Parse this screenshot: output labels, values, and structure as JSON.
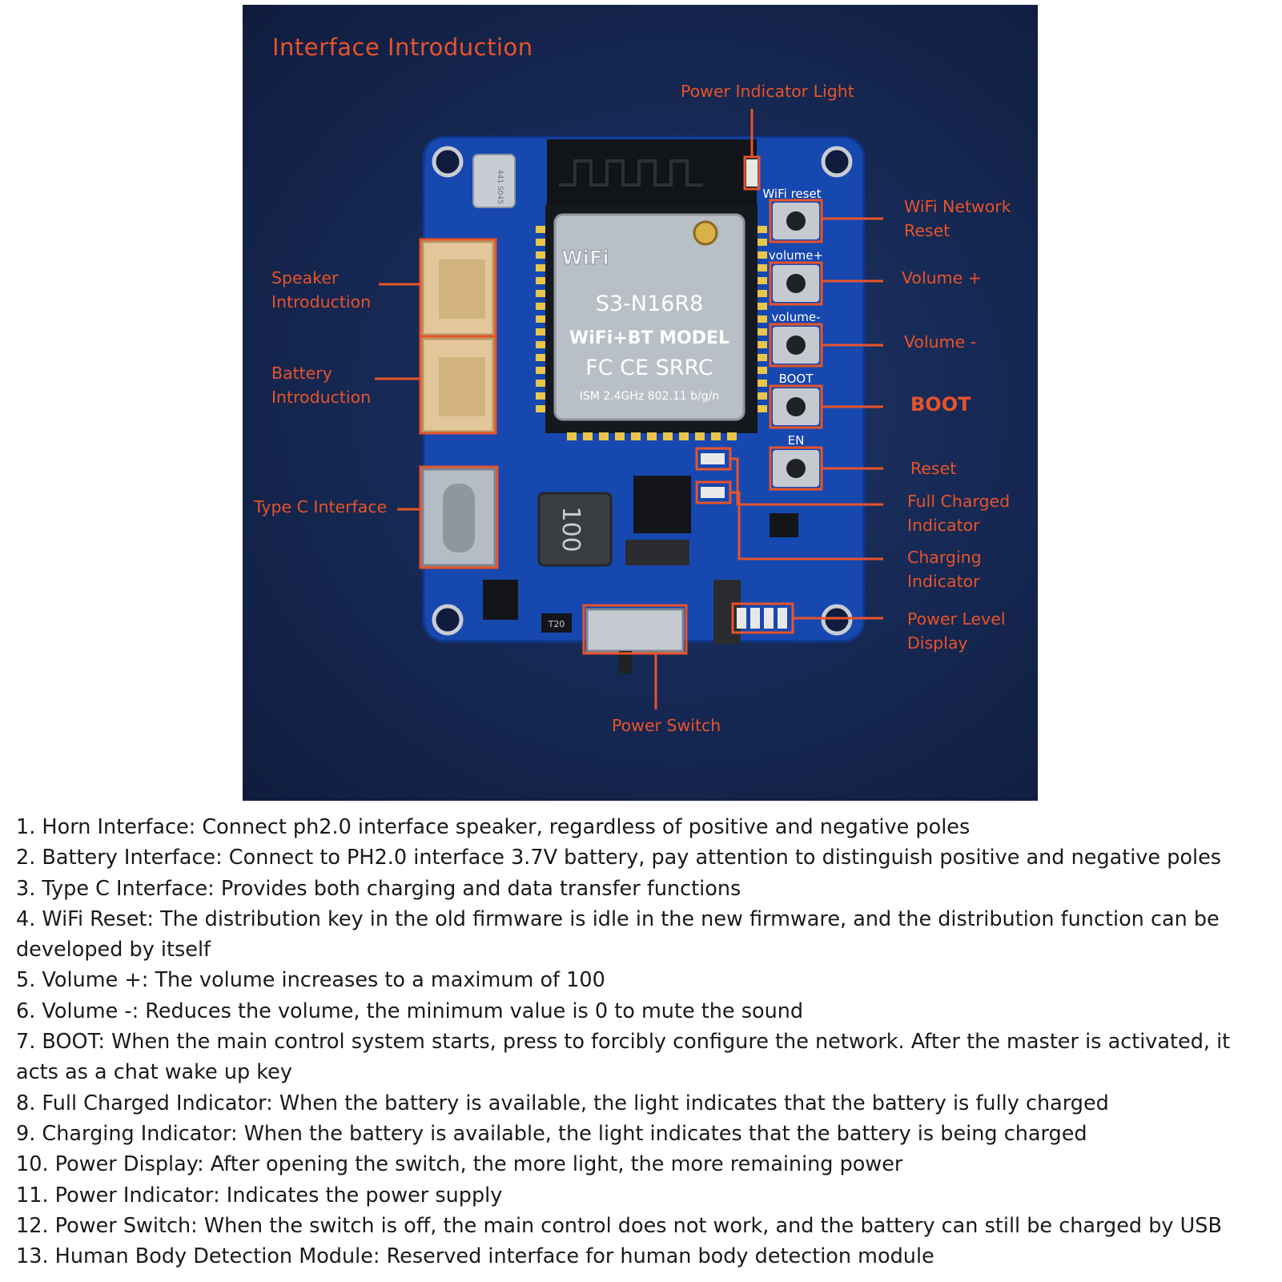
{
  "figure": {
    "title": "Interface Introduction",
    "board": {
      "module_marks": [
        "WiFi",
        "S3-N16R8",
        "WiFi+BT MODEL",
        "FC CE SRRC",
        "ISM 2.4GHz 802.11 b/g/n"
      ],
      "silkscreen": [
        "WiFi reset",
        "volume+",
        "volume-",
        "BOOT",
        "EN"
      ],
      "inductor_mark": "100",
      "chip_mark": "T20",
      "mic_mark": "441 S045"
    },
    "labels": {
      "power_indicator_light": "Power Indicator Light",
      "wifi_network_reset": "WiFi Network\nReset",
      "volume_plus": "Volume +",
      "volume_minus": "Volume -",
      "boot": "BOOT",
      "reset": "Reset",
      "full_charged_indicator": "Full Charged\nIndicator",
      "charging_indicator": "Charging\nIndicator",
      "power_level_display": "Power Level\nDisplay",
      "power_switch": "Power Switch",
      "speaker_introduction": "Speaker\nIntroduction",
      "battery_introduction": "Battery\nIntroduction",
      "type_c_interface": "Type C Interface"
    },
    "accent_color": "#e8532a",
    "background_color": "#172a56",
    "board_color": "#1648b0"
  },
  "notes": [
    "1. Horn Interface: Connect ph2.0 interface speaker, regardless of positive and negative poles",
    "2. Battery Interface: Connect to PH2.0 interface 3.7V battery, pay attention to distinguish positive and negative poles",
    "3. Type C Interface: Provides both charging and data transfer functions",
    "4. WiFi Reset: The distribution key in the old firmware is idle in the new firmware, and the distribution function can be developed by itself",
    "5. Volume +: The volume increases to a maximum of 100",
    "6. Volume -: Reduces the volume, the minimum value is 0 to mute the sound",
    "7. BOOT: When the main control system starts, press to forcibly configure the network. After the master is activated, it acts as a chat wake up key",
    "8. Full Charged Indicator: When the battery is available, the light indicates that the battery is fully charged",
    "9. Charging Indicator: When the battery is available, the light indicates that the battery is being charged",
    "10. Power Display: After opening the switch, the more light, the more remaining power",
    "11. Power Indicator: Indicates the power supply",
    "12. Power Switch: When the switch is off, the main control does not work, and the battery can still be charged by USB",
    "13. Human Body Detection Module: Reserved interface for human body detection module"
  ]
}
